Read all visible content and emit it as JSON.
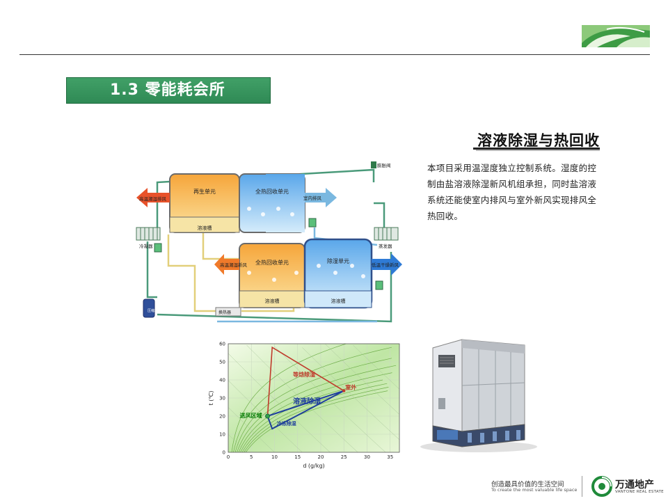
{
  "header": {
    "title": "1.3  零能耗会所"
  },
  "section": {
    "heading": "溶液除湿与热回收",
    "description": "本项目采用温湿度独立控制系统。湿度的控制由盐溶液除湿新风机组承担，同时盐溶液系统还能使室内排风与室外新风实现排风全热回收。"
  },
  "diagram": {
    "labels": {
      "regen_unit": "再生单元",
      "heat_recovery_top": "全热回收单元",
      "heat_recovery_bottom": "全热回收单元",
      "dehumid_unit": "除湿单元",
      "hot_humid_exhaust": "高温潮湿排风",
      "indoor_exhaust": "室内排风",
      "hot_humid_fresh": "高温潮湿新风",
      "cool_dry_fresh": "低温干燥新风",
      "condenser": "冷凝器",
      "evaporator": "蒸发器",
      "expansion_valve": "膨胀阀",
      "compressor": "压缩机",
      "heat_exchanger": "换热器",
      "tank_1": "溶液槽",
      "tank_2": "溶液槽",
      "tank_3": "溶液槽"
    }
  },
  "chart_data": {
    "type": "line",
    "xlabel": "d (g/kg)",
    "ylabel": "t (℃)",
    "xlim": [
      0,
      37
    ],
    "ylim": [
      0,
      60
    ],
    "xticks": [
      0,
      5,
      10,
      15,
      20,
      25,
      30,
      35
    ],
    "yticks": [
      0,
      10,
      20,
      30,
      40,
      50,
      60
    ],
    "points": {
      "outdoor": {
        "label": "室外",
        "x": 25,
        "y": 34
      },
      "supply": {
        "label": "送风区域",
        "x": 8.5,
        "y": 20
      }
    },
    "paths": [
      {
        "name": "等焓除湿",
        "label": "等焓除湿",
        "color": "#c0392b",
        "x": [
          25,
          9.5,
          8.5
        ],
        "y": [
          34,
          58,
          20
        ]
      },
      {
        "name": "溶液除湿",
        "label": "溶液除湿",
        "color": "#1f3f9c",
        "x": [
          25,
          8.5
        ],
        "y": [
          34,
          20
        ]
      },
      {
        "name": "冷冻除湿",
        "label": "冷冻除湿",
        "color": "#1f3f9c",
        "x": [
          25,
          9.5,
          8.5
        ],
        "y": [
          34,
          13,
          20
        ]
      }
    ],
    "label_colors": {
      "path": "#c0392b",
      "point": "#007a00"
    }
  },
  "footer": {
    "slogan_cn": "创造最具价值的生活空间",
    "slogan_en": "To create the most valuable life space",
    "brand_cn": "万通地产",
    "brand_en": "VANTONE REAL ESTATE"
  },
  "colors": {
    "title_green": "#3a9a5f",
    "hot": "#e8742a",
    "cold": "#2f7bd6",
    "brand_green": "#1f8a3a"
  }
}
